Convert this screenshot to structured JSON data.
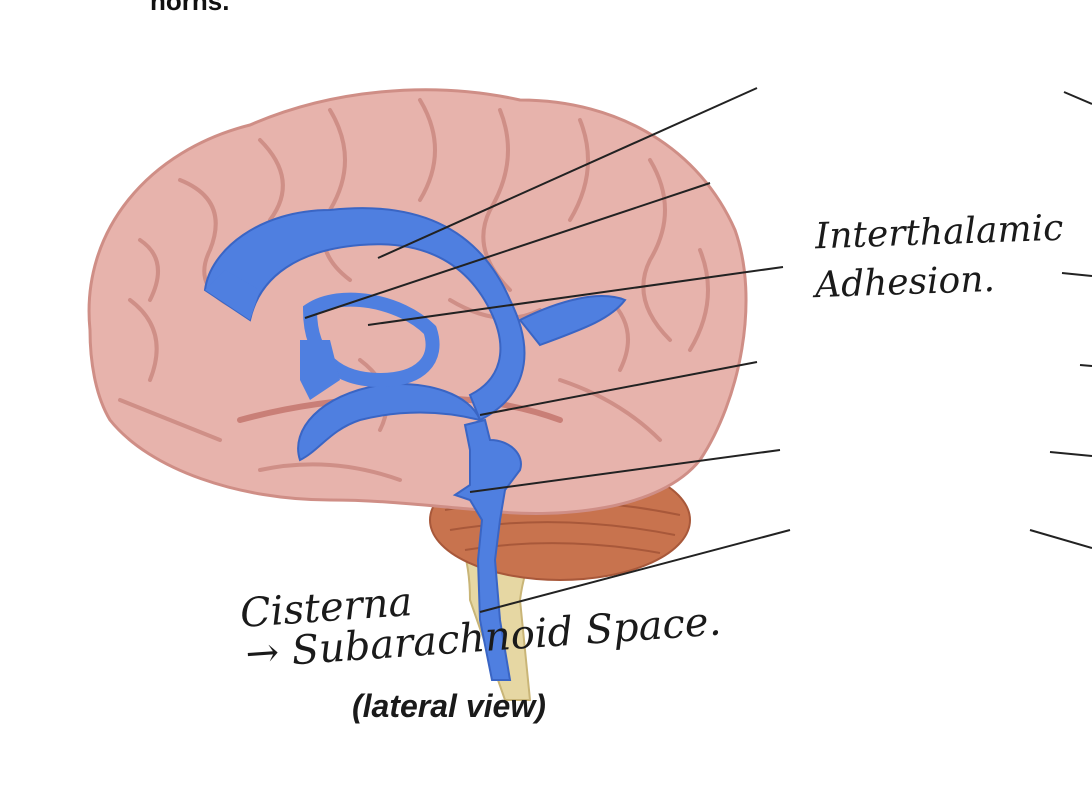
{
  "header": {
    "text": "horns."
  },
  "caption": {
    "text": "(lateral view)"
  },
  "annotations": {
    "interthalamic_line1": "Interthalamic",
    "interthalamic_line2": "Adhesion.",
    "cisterna": "Cisterna",
    "subarachnoid": "→ Subarachnoid Space."
  },
  "colors": {
    "cerebrum": "#e7b3ac",
    "ventricles": "#4f7fe0",
    "cerebellum": "#c8734e",
    "brainstem": "#e6d7a3",
    "leader_lines": "#222222"
  }
}
